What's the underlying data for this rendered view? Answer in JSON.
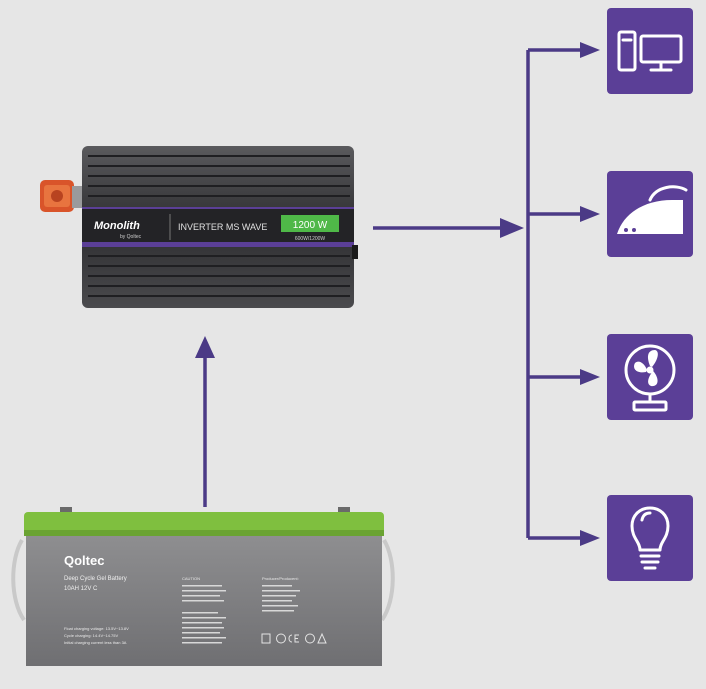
{
  "colors": {
    "background": "#e6e6e6",
    "accent_purple": "#5b3f97",
    "arrow": "#4b3a86",
    "display_green": "#4fb848",
    "battery_body": "#8a8a8c",
    "battery_lid": "#7fbf3f",
    "inverter_body": "#3a3a3c",
    "terminal_orange": "#e05a2a"
  },
  "inverter": {
    "brand": "Monolith",
    "brand_sub": "by Qoltec",
    "model_label": "INVERTER MS WAVE",
    "power_display": "1200 W",
    "power_sub": "600W/1200W"
  },
  "battery": {
    "brand": "Qoltec",
    "type": "Deep Cycle Gel Battery",
    "capacity": "10AH 12V C",
    "spec_lines": [
      "Float charging voltage: 13.5V~13.8V",
      "Cycle charging: 14.4V~14.75V",
      "Initial charging current less than 3A"
    ],
    "caution_title": "CAUTION",
    "producer_title": "Producer/Producent:"
  },
  "devices": [
    {
      "icon": "computer-icon"
    },
    {
      "icon": "iron-icon"
    },
    {
      "icon": "fan-icon"
    },
    {
      "icon": "light-bulb-icon"
    }
  ]
}
